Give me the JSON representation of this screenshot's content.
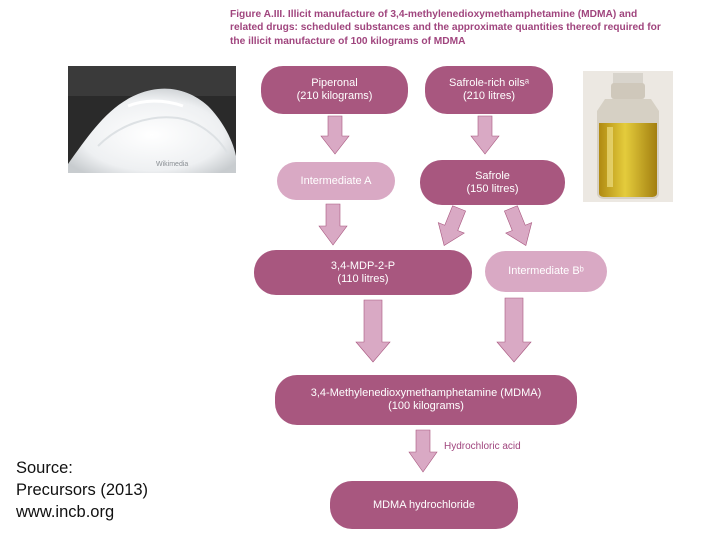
{
  "figure": {
    "title_lines": [
      "Figure A.III. Illicit manufacture of 3,4-methylenedioxymethamphetamine (MDMA) and",
      "related drugs: scheduled substances and the approximate quantities thereof required for",
      "the illicit manufacture of 100 kilograms of MDMA"
    ]
  },
  "nodes": {
    "piperonal": {
      "name": "Piperonal",
      "qty": "(210 kilograms)"
    },
    "safrole_oils": {
      "name": "Safrole-rich oilsᵃ",
      "qty": "(210 litres)"
    },
    "intermediate_a": {
      "name": "Intermediate A"
    },
    "safrole": {
      "name": "Safrole",
      "qty": "(150 litres)"
    },
    "mdp2p": {
      "name": "3,4-MDP-2-P",
      "qty": "(110 litres)"
    },
    "intermediate_b": {
      "name": "Intermediate Bᵇ"
    },
    "mdma": {
      "name": "3,4-Methylenedioxymethamphetamine (MDMA)",
      "qty": "(100 kilograms)"
    },
    "mdma_hcl": {
      "name": "MDMA hydrochloride"
    }
  },
  "reagent": {
    "label": "Hydrochloric acid"
  },
  "powder_photo": {
    "watermark": "Wikimedia"
  },
  "source": {
    "lines": [
      "Source:",
      "Precursors (2013)",
      "www.incb.org"
    ]
  },
  "colors": {
    "node_dark": "#a8577f",
    "node_light": "#d9a9c4",
    "arrow": "#d9a9c4",
    "title": "#a0457e",
    "oil": "#c9a81e"
  }
}
